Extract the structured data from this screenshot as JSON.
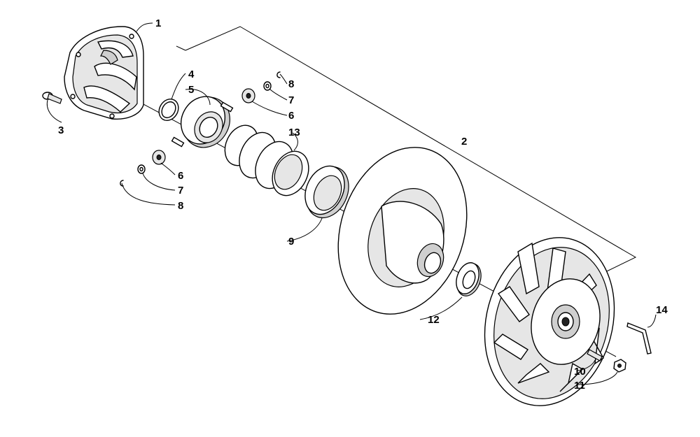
{
  "diagram": {
    "callouts": [
      {
        "id": "c1",
        "label": "1"
      },
      {
        "id": "c2",
        "label": "2"
      },
      {
        "id": "c3",
        "label": "3"
      },
      {
        "id": "c4",
        "label": "4"
      },
      {
        "id": "c5",
        "label": "5"
      },
      {
        "id": "c6a",
        "label": "6"
      },
      {
        "id": "c6b",
        "label": "6"
      },
      {
        "id": "c7a",
        "label": "7"
      },
      {
        "id": "c7b",
        "label": "7"
      },
      {
        "id": "c8a",
        "label": "8"
      },
      {
        "id": "c8b",
        "label": "8"
      },
      {
        "id": "c9",
        "label": "9"
      },
      {
        "id": "c10",
        "label": "10"
      },
      {
        "id": "c11",
        "label": "11"
      },
      {
        "id": "c12",
        "label": "12"
      },
      {
        "id": "c13",
        "label": "13"
      },
      {
        "id": "c14",
        "label": "14"
      }
    ]
  }
}
